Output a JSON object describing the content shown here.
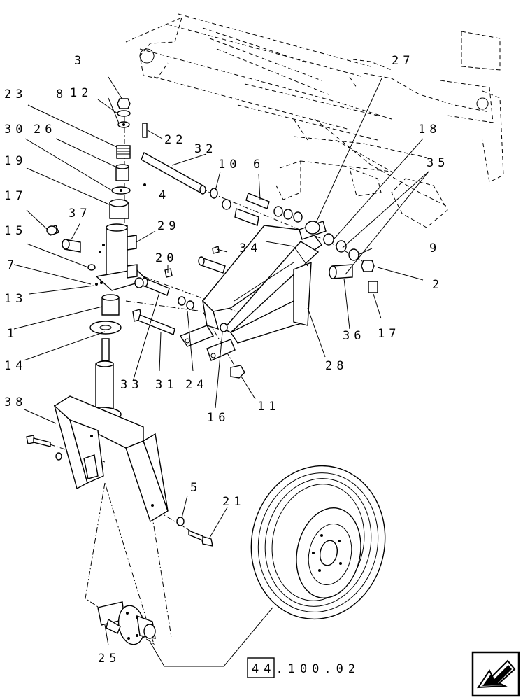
{
  "diagram": {
    "callouts": [
      {
        "id": "c3a",
        "label": "3"
      },
      {
        "id": "c23",
        "label": "23"
      },
      {
        "id": "c8",
        "label": "8"
      },
      {
        "id": "c12",
        "label": "12"
      },
      {
        "id": "c30",
        "label": "30"
      },
      {
        "id": "c26",
        "label": "26"
      },
      {
        "id": "c19",
        "label": "19"
      },
      {
        "id": "c17a",
        "label": "17"
      },
      {
        "id": "c37",
        "label": "37"
      },
      {
        "id": "c15",
        "label": "15"
      },
      {
        "id": "c7",
        "label": "7"
      },
      {
        "id": "c13",
        "label": "13"
      },
      {
        "id": "c1",
        "label": "1"
      },
      {
        "id": "c14",
        "label": "14"
      },
      {
        "id": "c29",
        "label": "29"
      },
      {
        "id": "c22",
        "label": "22"
      },
      {
        "id": "c32",
        "label": "32"
      },
      {
        "id": "c4",
        "label": "4"
      },
      {
        "id": "c10",
        "label": "10"
      },
      {
        "id": "c6",
        "label": "6"
      },
      {
        "id": "c27",
        "label": "27"
      },
      {
        "id": "c18",
        "label": "18"
      },
      {
        "id": "c35",
        "label": "35"
      },
      {
        "id": "c9",
        "label": "9"
      },
      {
        "id": "c2",
        "label": "2"
      },
      {
        "id": "c34",
        "label": "34"
      },
      {
        "id": "c20",
        "label": "20"
      },
      {
        "id": "c36",
        "label": "36"
      },
      {
        "id": "c17b",
        "label": "17"
      },
      {
        "id": "c28",
        "label": "28"
      },
      {
        "id": "c33",
        "label": "33"
      },
      {
        "id": "c31",
        "label": "31"
      },
      {
        "id": "c24",
        "label": "24"
      },
      {
        "id": "c16",
        "label": "16"
      },
      {
        "id": "c11",
        "label": "11"
      },
      {
        "id": "c38",
        "label": "38"
      },
      {
        "id": "c5",
        "label": "5"
      },
      {
        "id": "c21",
        "label": "21"
      },
      {
        "id": "c25",
        "label": "25"
      }
    ],
    "reference": "44.100.02",
    "nav_icon": "next-page-arrow-icon"
  }
}
